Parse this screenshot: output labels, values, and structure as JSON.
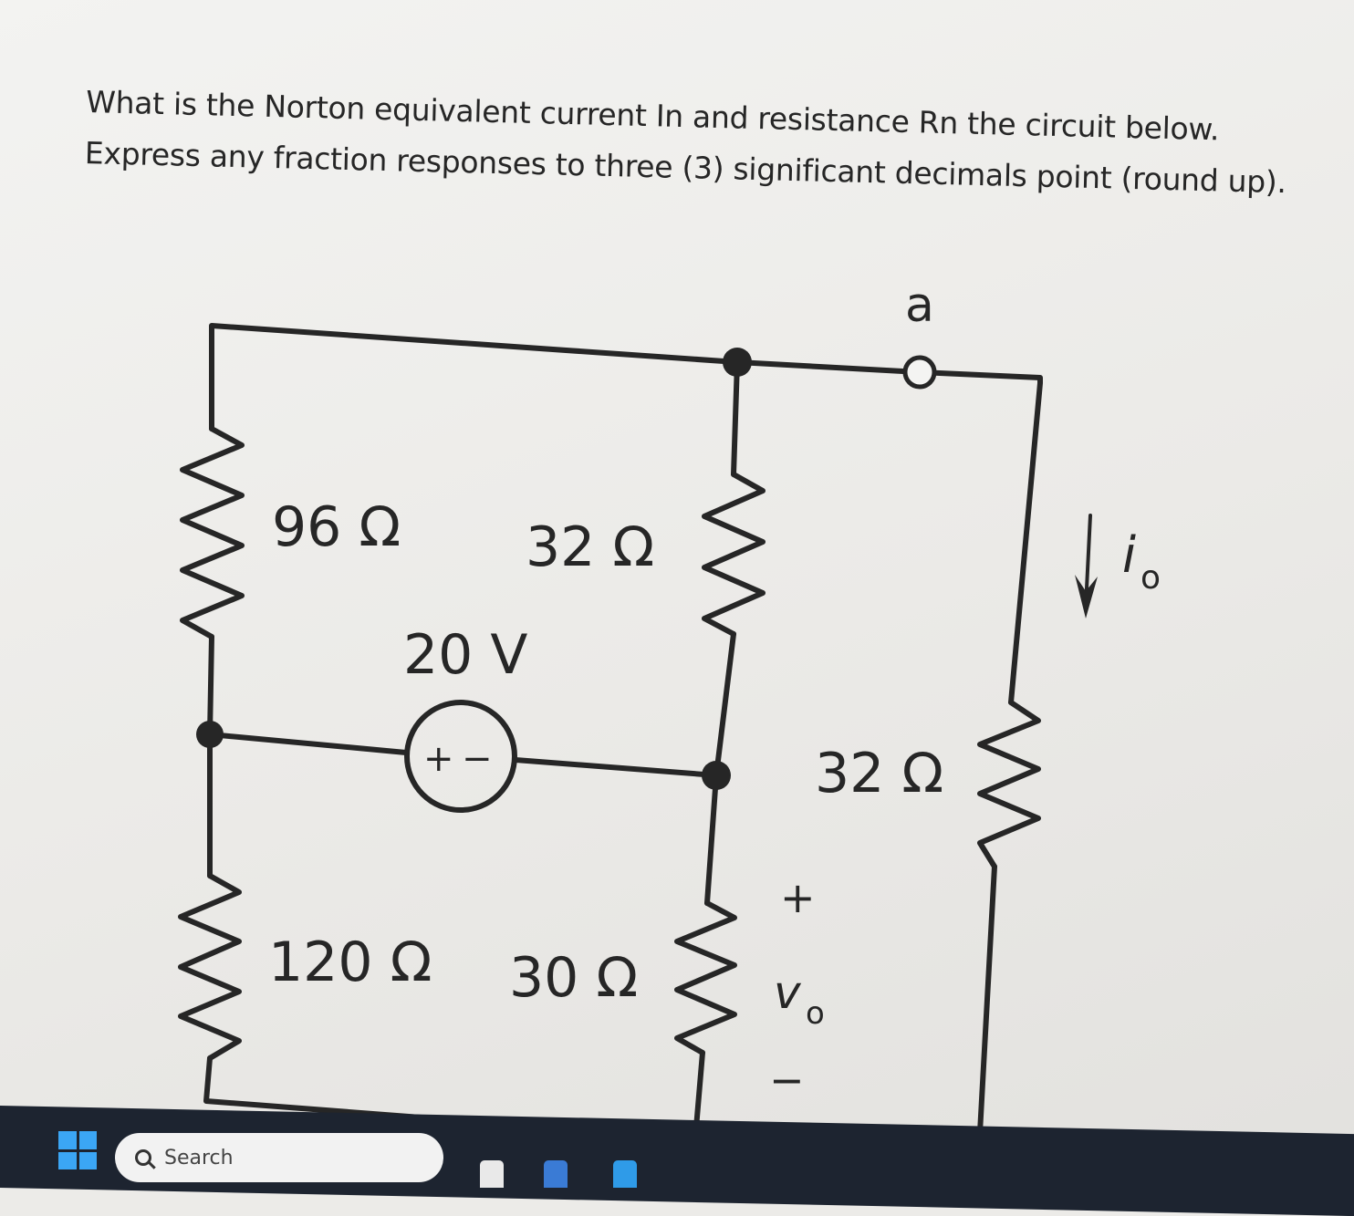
{
  "question": {
    "line1": "What is the Norton equivalent current In and resistance Rn the circuit below.",
    "line2": "Express any fraction responses to three (3) significant decimals point (round up)."
  },
  "circuit": {
    "terminal_a": "a",
    "r_top_left": "96 Ω",
    "r_top_mid": "32 Ω",
    "source_value": "20 V",
    "source_plus": "+",
    "source_minus": "−",
    "r_right": "32 Ω",
    "r_bottom_left": "120 Ω",
    "r_bottom_mid": "30 Ω",
    "vo_plus": "+",
    "vo_label": "v",
    "vo_sub": "o",
    "vo_minus": "−",
    "io_label": "i",
    "io_sub": "o"
  },
  "taskbar": {
    "search_label": "Search"
  },
  "colors": {
    "wire": "#262626",
    "taskbar": "#1d2430",
    "windows_logo": "#3ba6f5"
  }
}
